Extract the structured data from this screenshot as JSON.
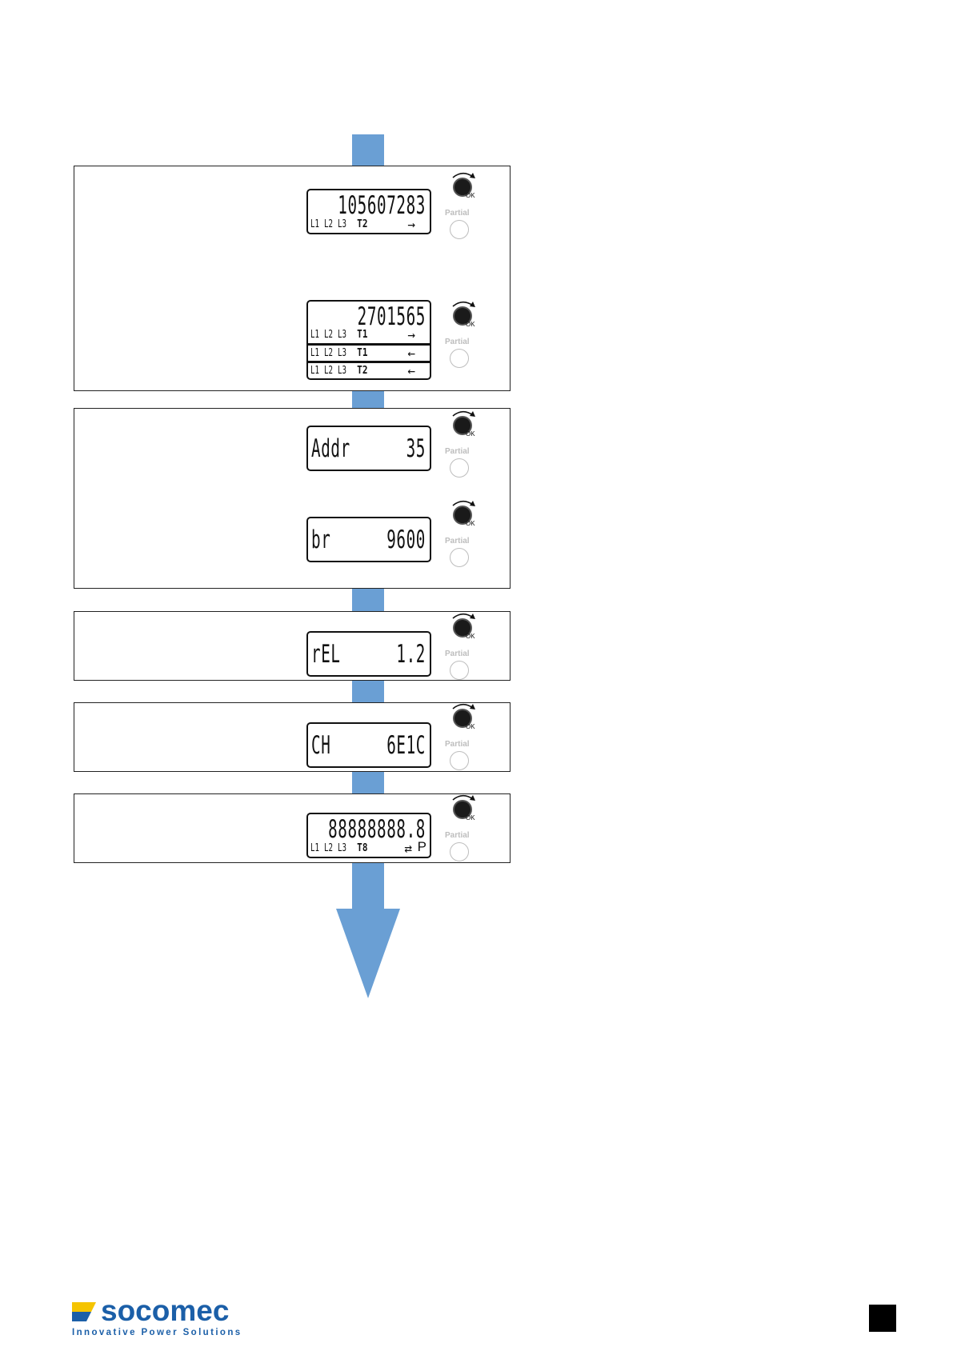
{
  "colors": {
    "flow_arrow": "#6a9fd4",
    "brand": "#1b5fa8",
    "logo_yellow": "#f5c400",
    "partial_grey": "#bdbdbd"
  },
  "controls": {
    "knob_icon": "rotary-knob-icon",
    "ok_label": "OK",
    "partial_label": "Partial"
  },
  "screens": [
    {
      "digits": "105607283",
      "phases": [
        "L1",
        "L2",
        "L3"
      ],
      "tariff": "T2",
      "direction": "→"
    },
    {
      "digits": "2701565",
      "phases": [
        "L1",
        "L2",
        "L3"
      ],
      "tariff": "T1",
      "direction": "→",
      "stack": [
        {
          "phases": [
            "L1",
            "L2",
            "L3"
          ],
          "tariff": "T1",
          "direction": "←"
        },
        {
          "phases": [
            "L1",
            "L2",
            "L3"
          ],
          "tariff": "T2",
          "direction": "←"
        }
      ]
    },
    {
      "left": "Addr",
      "right": "35"
    },
    {
      "left": "br",
      "right": "9600"
    },
    {
      "left": "rEL",
      "right": "1.2"
    },
    {
      "left": "CH",
      "right": "6E1C"
    },
    {
      "digits": "88888888.8",
      "phases": [
        "L1",
        "L2",
        "L3"
      ],
      "tariff": "T8",
      "direction": "⇄",
      "mark": "P"
    }
  ],
  "footer": {
    "logo_text": "socomec",
    "tagline": "Innovative Power Solutions"
  }
}
